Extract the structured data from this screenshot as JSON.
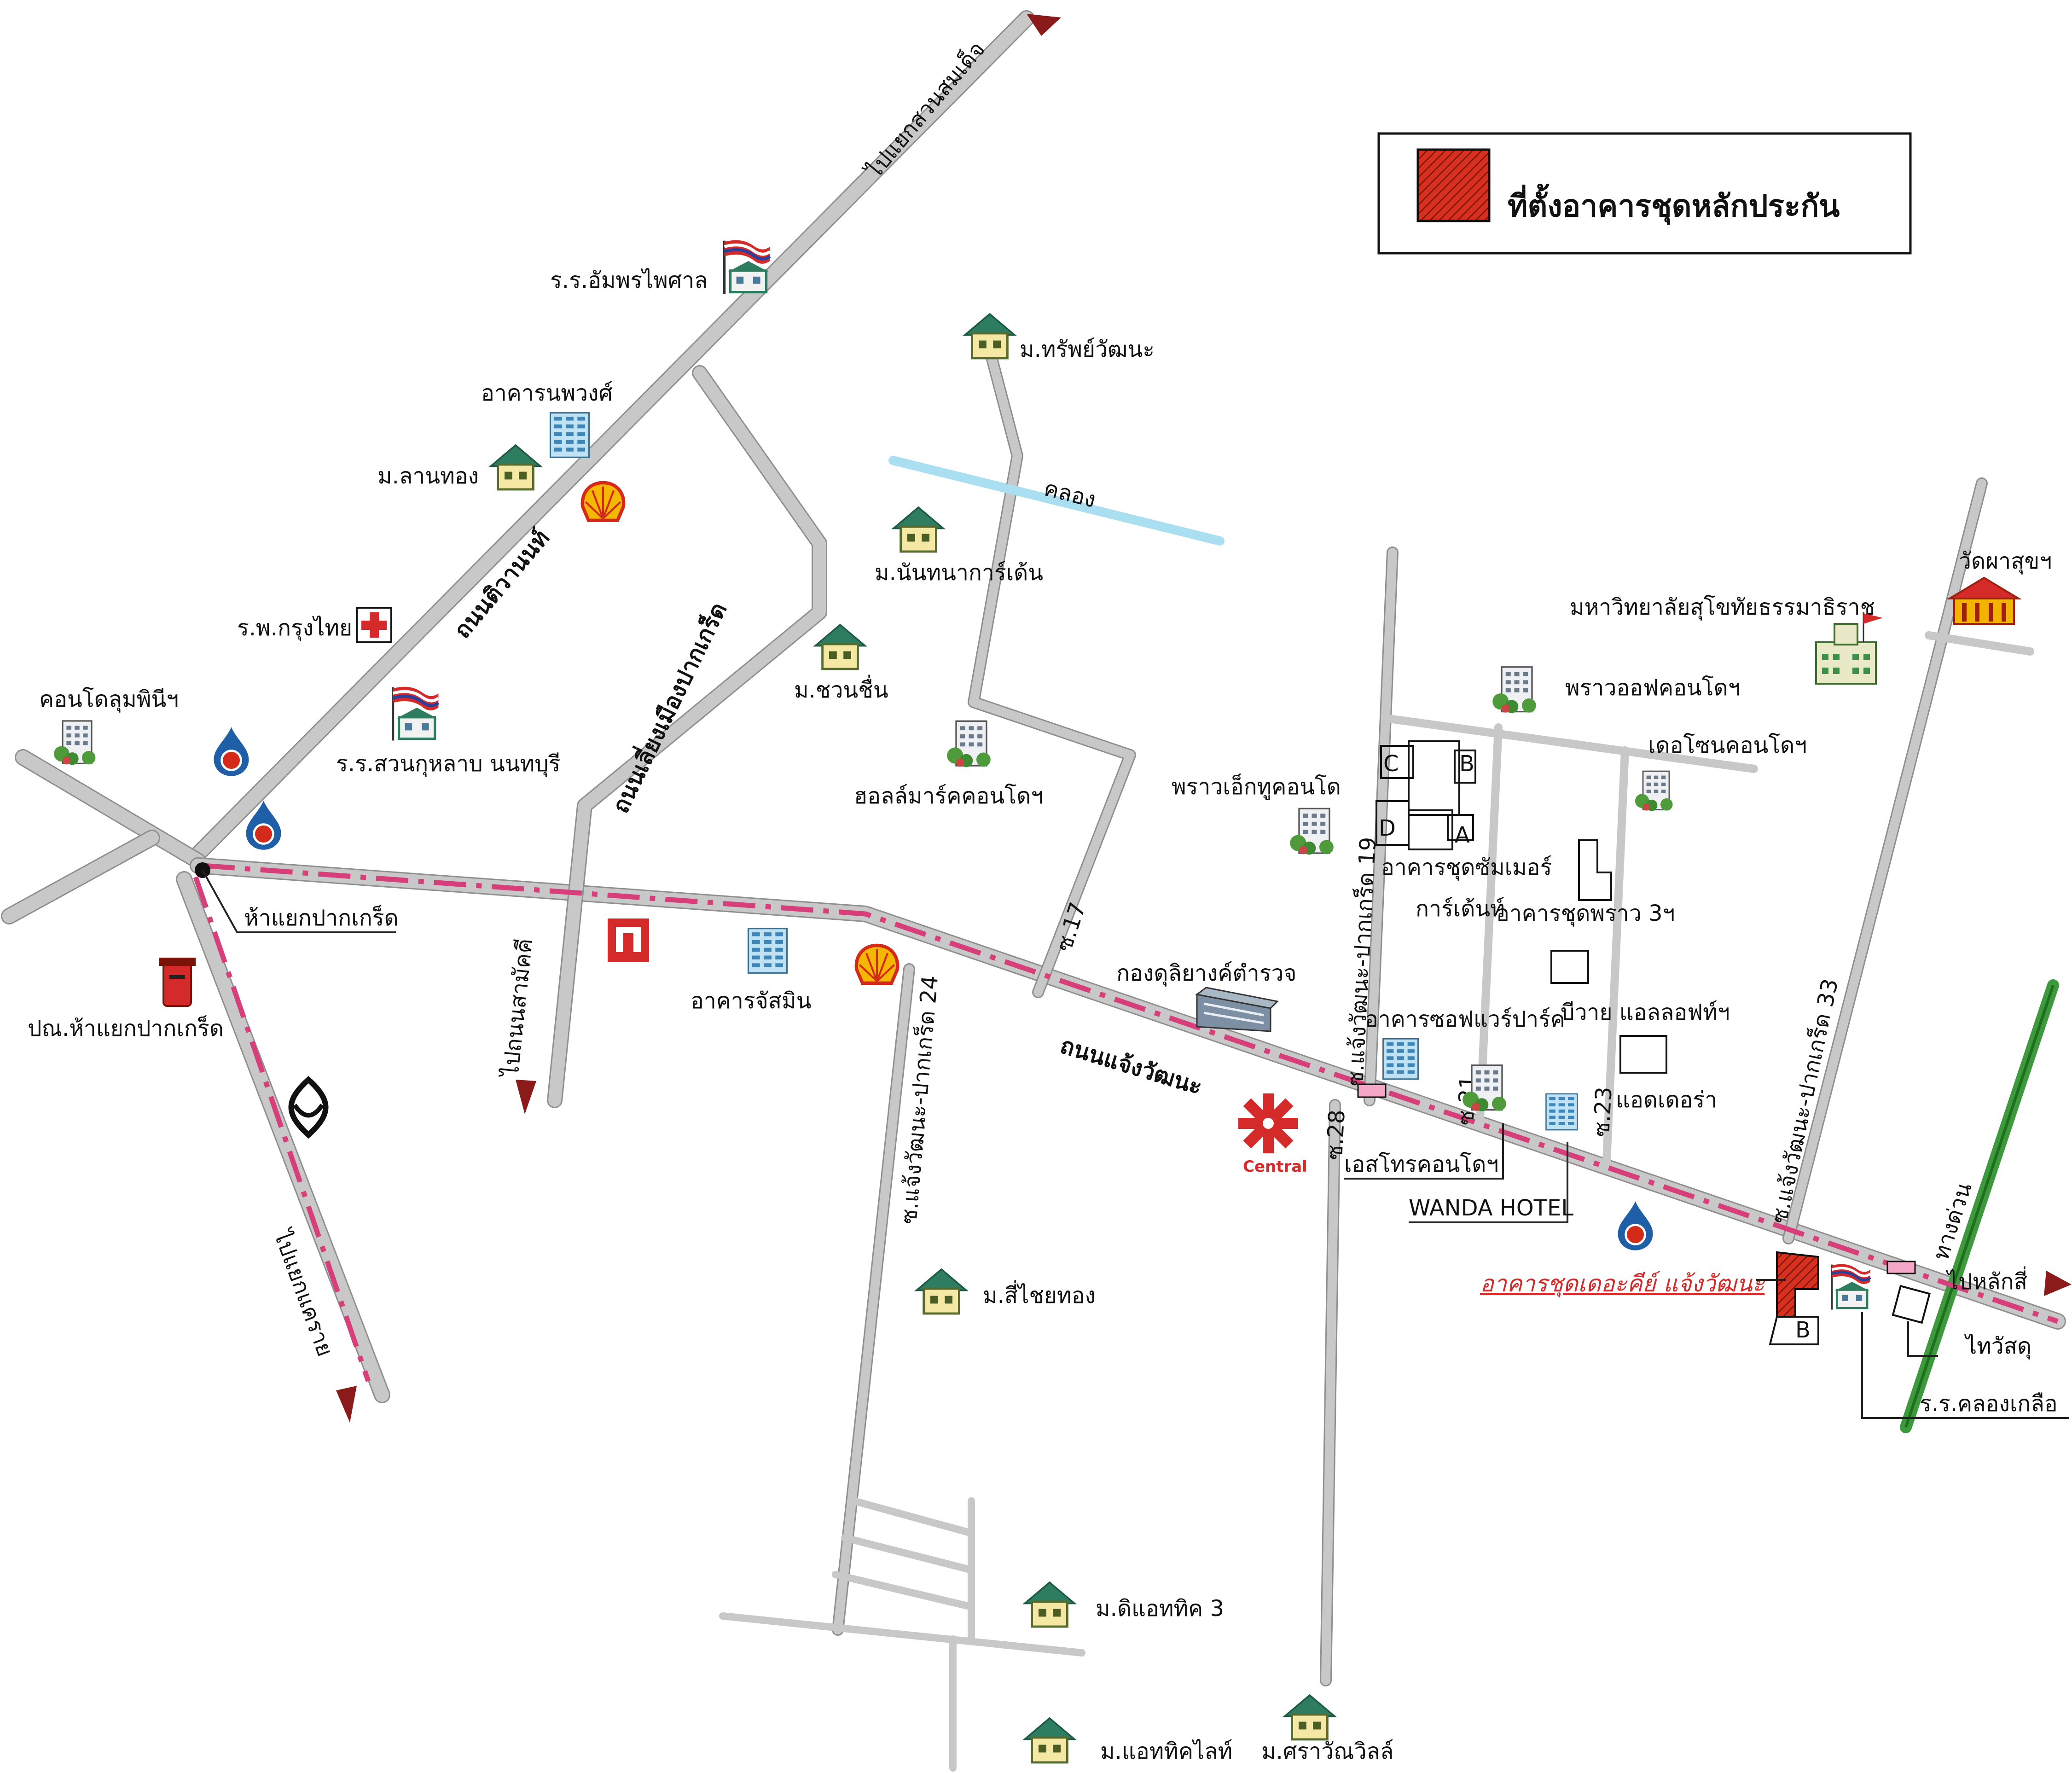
{
  "legend": {
    "label": "ที่ตั้งอาคารชุดหลักประกัน",
    "swatch_color": "#d7301f"
  },
  "colors": {
    "route": "#d63f7a",
    "canal": "#a9dff0",
    "rail": "#3c9a3c",
    "arrow": "#8b1a1a"
  },
  "roads": {
    "tiwanon": "ถนนติวานนท์",
    "bypass": "ถนนเลี่ยงเมืองปากเกร็ด",
    "chaengwattana": "ถนนแจ้งวัฒนะ",
    "soi17": "ซ.17",
    "soi24": "ซ.แจ้งวัฒนะ-ปากเกร็ด 24",
    "soi19": "ซ.แจ้งวัฒนะ-ปากเกร็ด 19",
    "soi28": "ซ.28",
    "soi21": "ซ.21",
    "soi23": "ซ.23",
    "soi33": "ซ.แจ้งวัฒนะ-ปากเกร็ด 33",
    "canal": "คลอง",
    "to_suanmsomdet": "ไปแยกสวนสมเด็จ",
    "to_samakkhi": "ไปถนนสามัคคี",
    "to_khae_rai": "ไปแยกแคราย",
    "to_laksi": "ไปหลักสี่",
    "tollway": "ทางด่วน"
  },
  "places": {
    "amphon": "ร.ร.อัมพรไพศาล",
    "noppawong": "อาคารนพวงศ์",
    "lanthong": "ม.ลานทอง",
    "krungthai_hosp": "ร.พ.กรุงไทย",
    "lumpini": "คอนโดลุมพินีฯ",
    "suankularb": "ร.ร.สวนกุหลาบ นนทบุรี",
    "junction": "ห้าแยกปากเกร็ด",
    "post": "ปณ.ห้าแยกปากเกร็ด",
    "jasmine": "อาคารจัสมิน",
    "sapwattana": "ม.ทรัพย์วัฒนะ",
    "nanthana": "ม.นันทนาการ์เด้น",
    "chuanchuen": "ม.ชวนชื่น",
    "hallmark": "ฮอลล์มาร์คคอนโดฯ",
    "police_div": "กองดุลิยางค์ตำรวจ",
    "prao_x2": "พราวเอ็กทูคอนโด",
    "summer": "อาคารชุดซัมเมอร์",
    "garden": "การ์เด้นท์",
    "prao3": "อาคารชุดพราว 3ฯ",
    "software": "อาคารซอฟแวร์ปาร์ค",
    "biway": "บีวาย แอลลอฟท์ฯ",
    "adora": "แอดเดอร่า",
    "estro": "เอสโทรคอนโดฯ",
    "wanda": "WANDA HOTEL",
    "prao_office": "พราวออฟคอนโดฯ",
    "thezone": "เดอโซนคอนโดฯ",
    "stou": "มหาวิทยาลัยสุโขทัยธรรมาธิราช",
    "wat": "วัดผาสุขฯ",
    "target": "อาคารชุดเดอะคีย์ แจ้งวัฒนะ",
    "sichaithong": "ม.สี่ไชยทอง",
    "attic3": "ม.ดิแอททิค 3",
    "atticlight": "ม.แอททิคไลท์",
    "sarawan": "ม.ศราวัณวิลล์",
    "thaiwised": "ไทวัสดุ",
    "khlongkluea": "ร.ร.คลองเกลือ",
    "central": "Central"
  },
  "marks": {
    "a": "A",
    "b": "B",
    "c": "C",
    "d": "D",
    "bkey": "B"
  },
  "icons": [
    "house-icon",
    "school-icon",
    "hospital-cross-icon",
    "condo-icon",
    "office-building-icon",
    "shell-station-icon",
    "ptt-station-icon",
    "isuzu-dealer-icon",
    "post-box-icon",
    "bank-icon",
    "central-store-icon",
    "temple-icon",
    "university-icon",
    "arrow-icon"
  ]
}
